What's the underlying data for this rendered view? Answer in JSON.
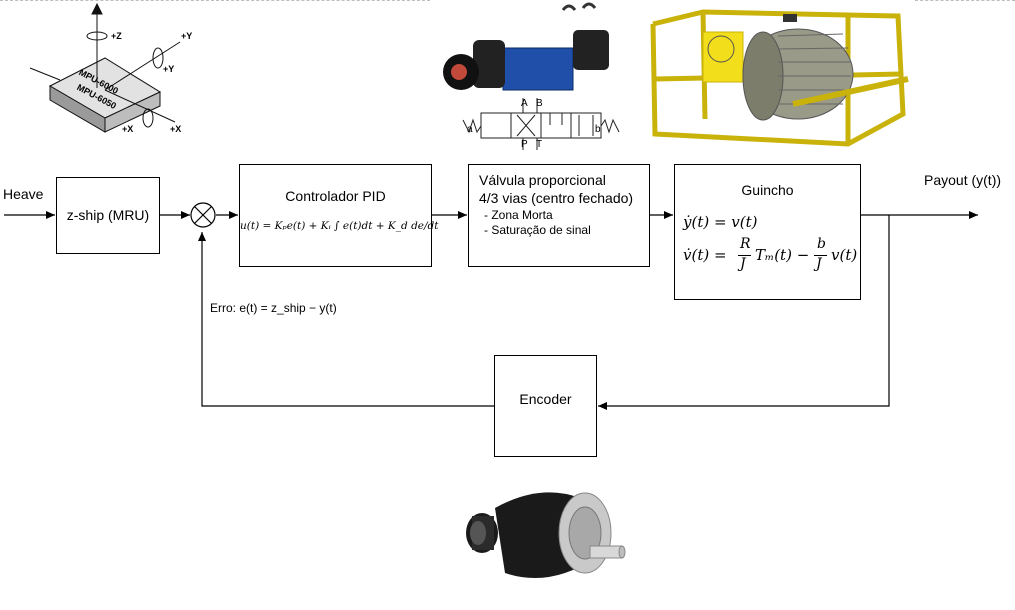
{
  "input_label": "Heave",
  "output_label": "Payout (y(t))",
  "zship_block": "z-ship (MRU)",
  "pid_block": {
    "title": "Controlador PID",
    "equation": "u(t) = Kₚe(t) + Kᵢ ∫ e(t)dt + K_d de/dt"
  },
  "valve_block": {
    "title_line1": "Válvula proporcional",
    "title_line2": "4/3 vias (centro fechado)",
    "bullet1": "- Zona Morta",
    "bullet2": "- Saturação de sinal"
  },
  "winch_block": {
    "title": "Guincho",
    "eq1": "ẏ(t) = v(t)",
    "eq2_lhs": "v̇(t) =",
    "eq2_R": "R",
    "eq2_J1": "J",
    "eq2_mid": "Tₘ(t) −",
    "eq2_b": "b",
    "eq2_J2": "J",
    "eq2_end": "v(t)"
  },
  "encoder_block": "Encoder",
  "error_label": "Erro: e(t) = z_ship − y(t)",
  "sensor_labels": {
    "chip1": "MPU-6000",
    "chip2": "MPU-6050",
    "z": "+Z",
    "y": "+Y",
    "y2": "+Y",
    "x": "+X",
    "x2": "+X"
  },
  "valve_symbol_labels": {
    "a": "A",
    "b": "B",
    "p": "P",
    "t": "T",
    "side_a": "a",
    "side_b": "b"
  },
  "colors": {
    "valve_body": "#1f4fa8",
    "winch_frame": "#f2de1a",
    "winch_drum": "#9a9a88",
    "encoder_body": "#1a1a1a",
    "encoder_face": "#c9c9c9"
  }
}
